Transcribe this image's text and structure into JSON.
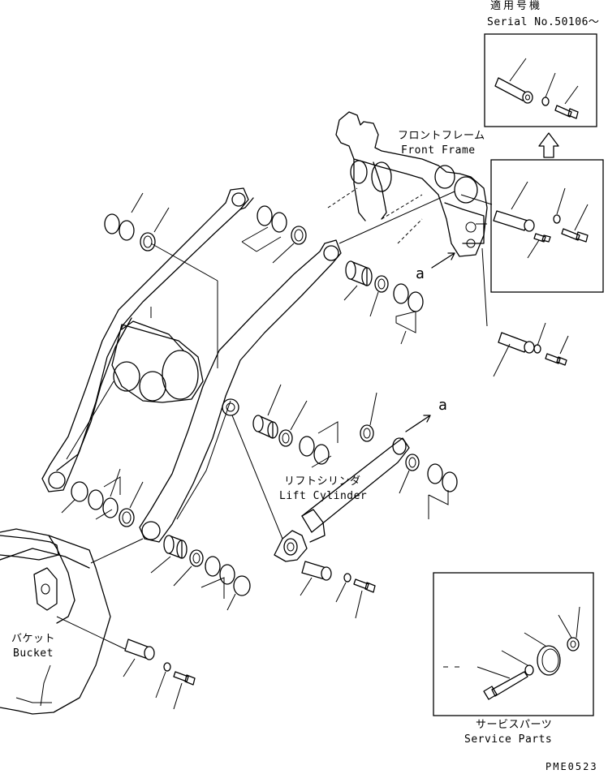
{
  "labels": {
    "serial_jp": "適用号機",
    "serial_en": "Serial No.50106～",
    "front_frame_jp": "フロントフレーム",
    "front_frame_en": "Front Frame",
    "lift_cylinder_jp": "リフトシリンダ",
    "lift_cylinder_en": "Lift Cylinder",
    "bucket_jp": "バケット",
    "bucket_en": "Bucket",
    "service_parts_jp": "サービスパーツ",
    "service_parts_en": "Service Parts",
    "arrow_ref_1": "a",
    "arrow_ref_2": "a",
    "drawing_code": "PME0523"
  }
}
